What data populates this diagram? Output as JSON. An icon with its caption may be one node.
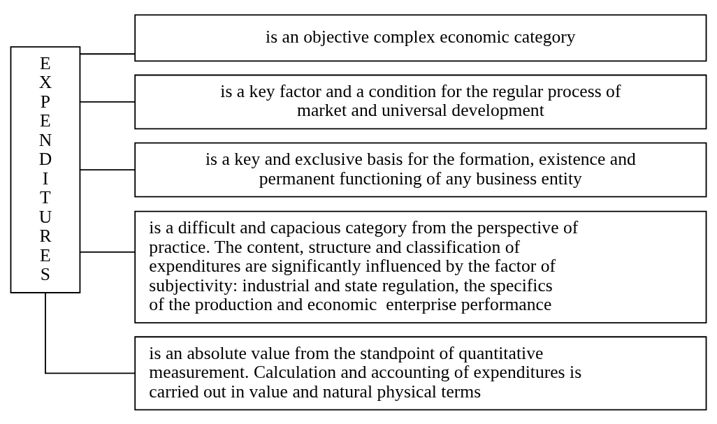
{
  "diagram": {
    "nodes": [
      {
        "text": [
          "EXPENDITURES"
        ]
      },
      {
        "text": [
          "is an objective complex economic category"
        ]
      },
      {
        "text": [
          "is a key factor and a condition for the regular process of market and universal development"
        ]
      },
      {
        "text": [
          "is a key and exclusive basis for the formation, existence and permanent functioning of any business entity"
        ]
      },
      {
        "text": [
          "is a difficult and capacious category from the perspective of practice. The content, structure and classification of expenditures are significantly influenced by the factor of subjectivity: industrial and state regulation, the specifics of the production and economic  enterprise performance"
        ]
      },
      {
        "text": [
          "is an absolute value from the standpoint of quantitative measurement. Calculation and accounting of expenditures is carried out in value and natural physical terms"
        ]
      }
    ],
    "edges": [
      {
        "from": 0,
        "to": 1,
        "arrow": "none"
      },
      {
        "from": 0,
        "to": 2,
        "arrow": "none"
      },
      {
        "from": 0,
        "to": 3,
        "arrow": "none"
      },
      {
        "from": 0,
        "to": 4,
        "arrow": "none"
      },
      {
        "from": 0,
        "to": 5,
        "arrow": "none"
      }
    ]
  }
}
